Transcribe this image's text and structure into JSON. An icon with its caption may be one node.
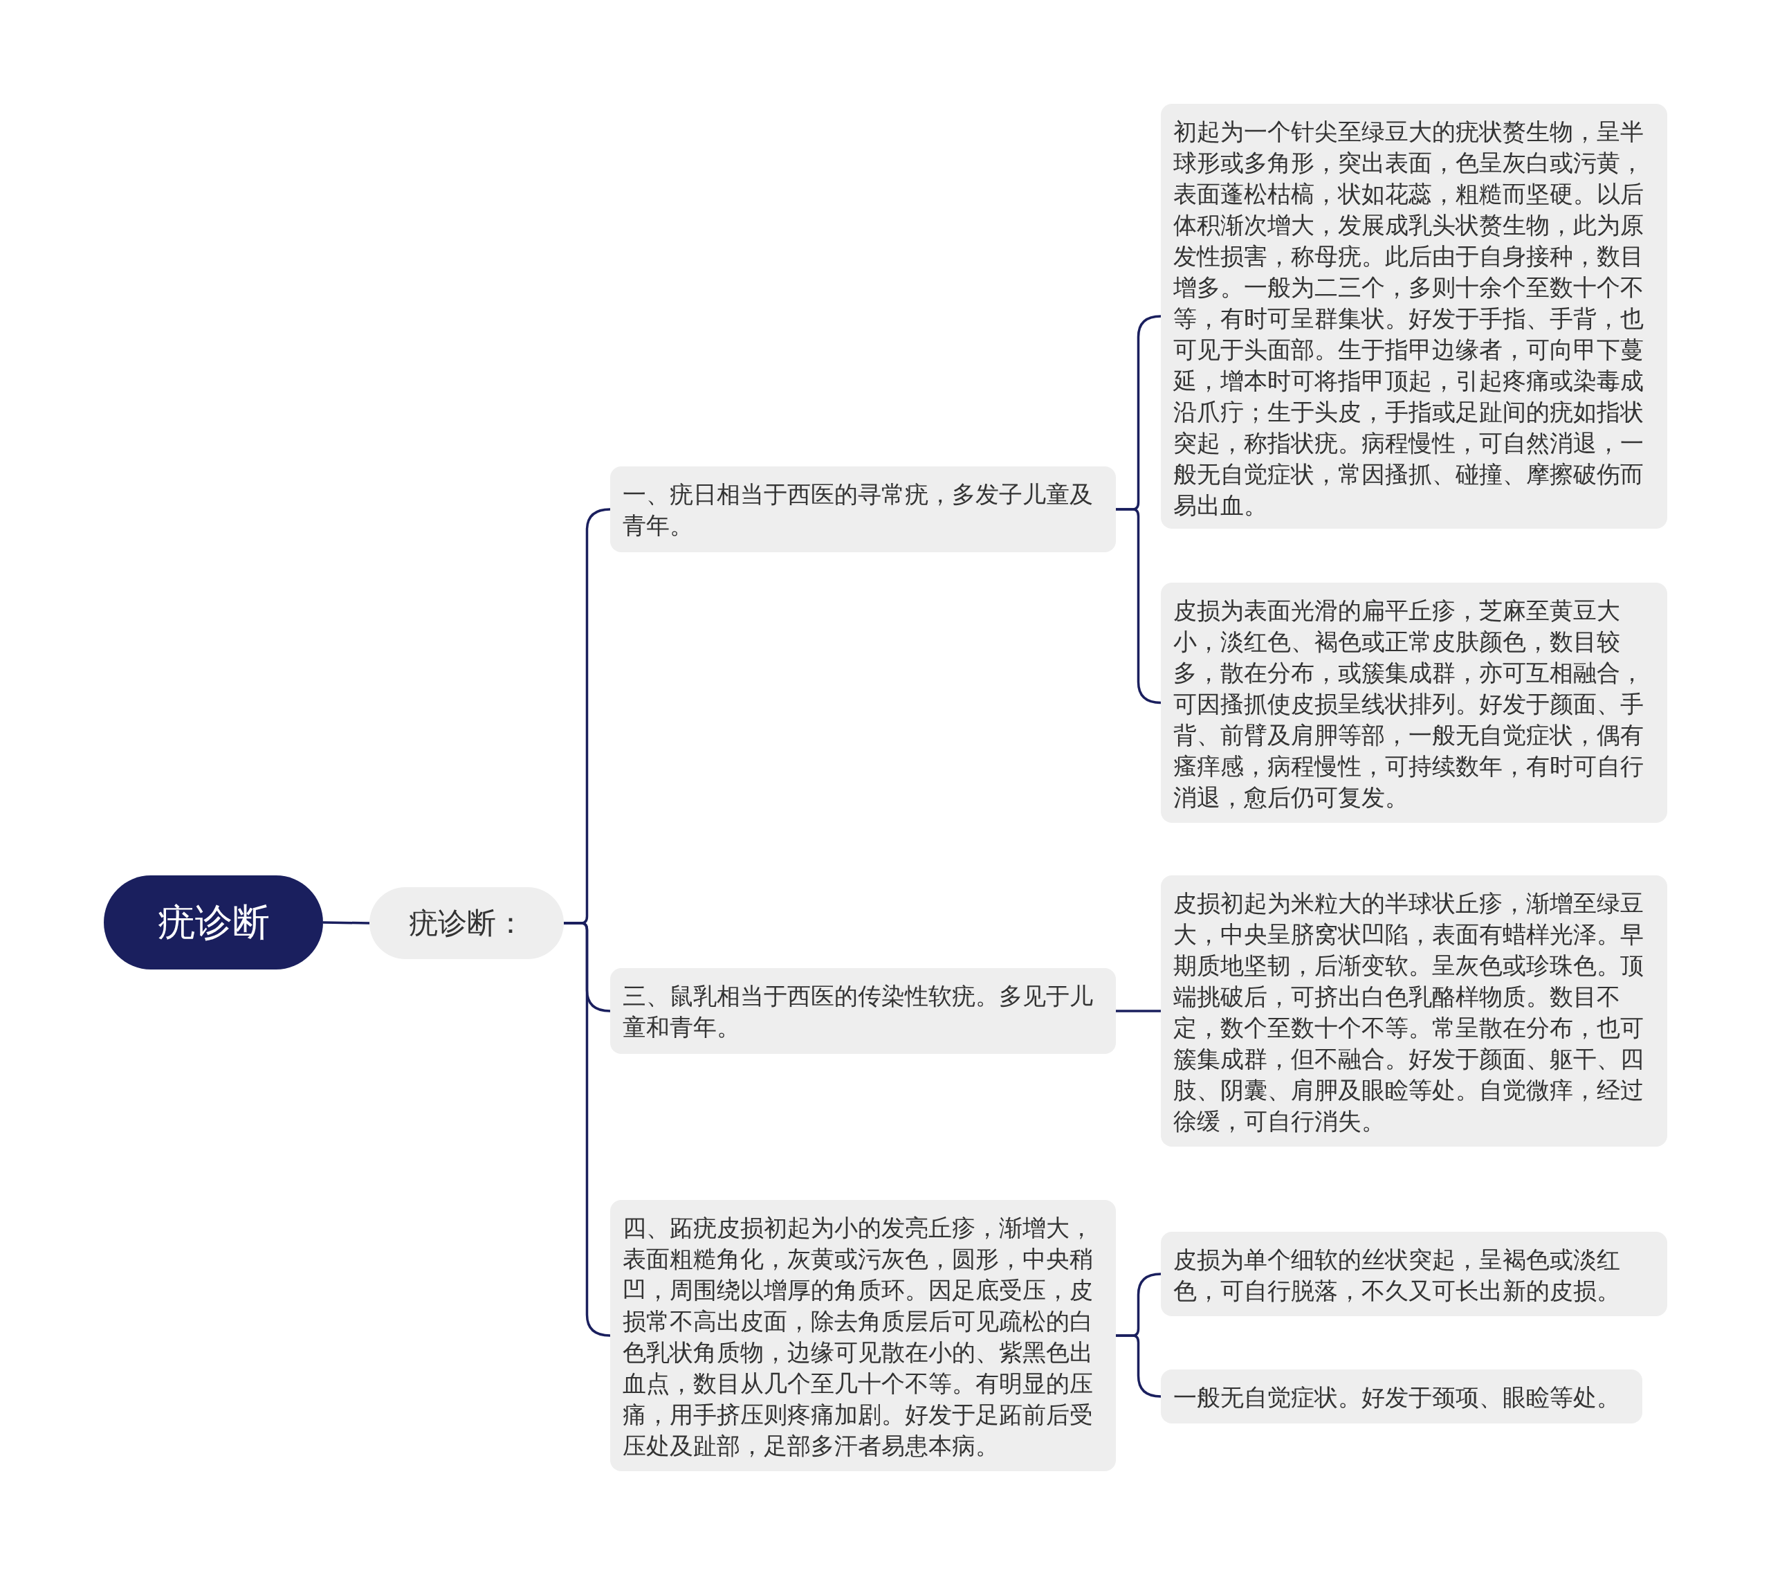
{
  "diagram": {
    "nodes": [
      {
        "text": [
          "疣诊断"
        ]
      },
      {
        "text": [
          "疣诊断："
        ]
      },
      {
        "text": [
          "一、疣日相当于西医的寻常疣，多发子儿童及青年。"
        ]
      },
      {
        "text": [
          "初起为一个针尖至绿豆大的疣状赘生物，呈半球形或多角形，突出表面，色呈灰白或污黄，表面蓬松枯槁，状如花蕊，粗糙而坚硬。以后体积渐次增大，发展成乳头状赘生物，此为原发性损害，称母疣。此后由于自身接种，数目增多。一般为二三个，多则十余个至数十个不等，有时可呈群集状。好发于手指、手背，也可见于头面部。生于指甲边缘者，可向甲下蔓延，增本时可将指甲顶起，引起疼痛或染毒成沿爪疔；生于头皮，手指或足趾间的疣如指状突起，称指状疣。病程慢性，可自然消退，一般无自觉症状，常因搔抓、碰撞、摩擦破伤而易出血。"
        ]
      },
      {
        "text": [
          "皮损为表面光滑的扁平丘疹，芝麻至黄豆大小，淡红色、褐色或正常皮肤颜色，数目较多，散在分布，或簇集成群，亦可互相融合，可因搔抓使皮损呈线状排列。好发于颜面、手背、前臂及肩胛等部，一般无自觉症状，偶有瘙痒感，病程慢性，可持续数年，有时可自行消退，愈后仍可复发。"
        ]
      },
      {
        "text": [
          "三、鼠乳相当于西医的传染性软疣。多见于儿童和青年。"
        ]
      },
      {
        "text": [
          "皮损初起为米粒大的半球状丘疹，渐增至绿豆大，中央呈脐窝状凹陷，表面有蜡样光泽。早期质地坚韧，后渐变软。呈灰色或珍珠色。顶端挑破后，可挤出白色乳酪样物质。数目不定，数个至数十个不等。常呈散在分布，也可簇集成群，但不融合。好发于颜面、躯干、四肢、阴囊、肩胛及眼睑等处。自觉微痒，经过徐缓，可自行消失。"
        ]
      },
      {
        "text": [
          "四、跖疣皮损初起为小的发亮丘疹，渐增大，表面粗糙角化，灰黄或污灰色，圆形，中央稍凹，周围绕以增厚的角质环。因足底受压，皮损常不高出皮面，除去角质层后可见疏松的白色乳状角质物，边缘可见散在小的、紫黑色出血点，数目从几个至几十个不等。有明显的压痛，用手挤压则疼痛加剧。好发于足跖前后受压处及趾部，足部多汗者易患本病。"
        ]
      },
      {
        "text": [
          "皮损为单个细软的丝状突起，呈褐色或淡红色，可自行脱落，不久又可长出新的皮损。"
        ]
      },
      {
        "text": [
          "一般无自觉症状。好发于颈项、眼睑等处。"
        ]
      }
    ],
    "edges": [
      {
        "from": 0,
        "to": 1,
        "arrow": "none"
      },
      {
        "from": 1,
        "to": 2,
        "arrow": "none"
      },
      {
        "from": 1,
        "to": 5,
        "arrow": "none"
      },
      {
        "from": 1,
        "to": 7,
        "arrow": "none"
      },
      {
        "from": 2,
        "to": 3,
        "arrow": "none"
      },
      {
        "from": 2,
        "to": 4,
        "arrow": "none"
      },
      {
        "from": 5,
        "to": 6,
        "arrow": "none"
      },
      {
        "from": 7,
        "to": 8,
        "arrow": "none"
      },
      {
        "from": 7,
        "to": 9,
        "arrow": "none"
      }
    ]
  }
}
